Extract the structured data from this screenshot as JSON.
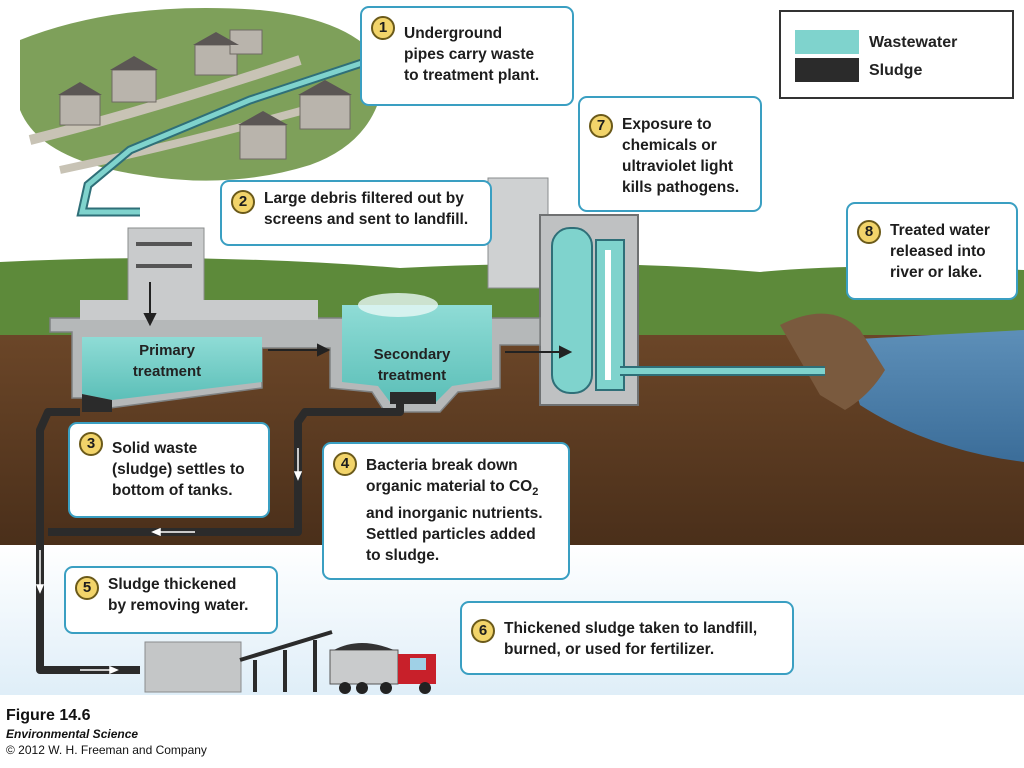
{
  "colors": {
    "wastewater": "#7fd3cd",
    "sludge": "#2b2b2b",
    "callout_border": "#3a9fc2",
    "number_badge": "#f2d46a",
    "soil": "#5a3a22",
    "grass": "#5d8a3a"
  },
  "legend": {
    "wastewater": "Wastewater",
    "sludge": "Sludge"
  },
  "tanks": {
    "primary": [
      "Primary",
      "treatment"
    ],
    "secondary": [
      "Secondary",
      "treatment"
    ]
  },
  "steps": [
    {
      "num": "1",
      "lines": [
        "Underground",
        "pipes carry waste",
        "to treatment plant."
      ]
    },
    {
      "num": "2",
      "lines": [
        "Large debris filtered out by",
        "screens and sent to landfill."
      ]
    },
    {
      "num": "3",
      "lines": [
        "Solid waste",
        "(sludge) settles to",
        "bottom of tanks."
      ]
    },
    {
      "num": "4",
      "lines": [
        "Bacteria break down",
        "organic material to CO",
        "and inorganic nutrients.",
        "Settled particles added",
        "to sludge."
      ],
      "subscript": "2"
    },
    {
      "num": "5",
      "lines": [
        "Sludge thickened",
        "by removing water."
      ]
    },
    {
      "num": "6",
      "lines": [
        "Thickened sludge taken to landfill,",
        "burned, or used for fertilizer."
      ]
    },
    {
      "num": "7",
      "lines": [
        "Exposure to",
        "chemicals or",
        "ultraviolet light",
        "kills pathogens."
      ]
    },
    {
      "num": "8",
      "lines": [
        "Treated water",
        "released into",
        "river or lake."
      ]
    }
  ],
  "caption": {
    "figure": "Figure 14.6",
    "book": "Environmental Science",
    "copyright": "© 2012 W. H. Freeman and Company"
  }
}
